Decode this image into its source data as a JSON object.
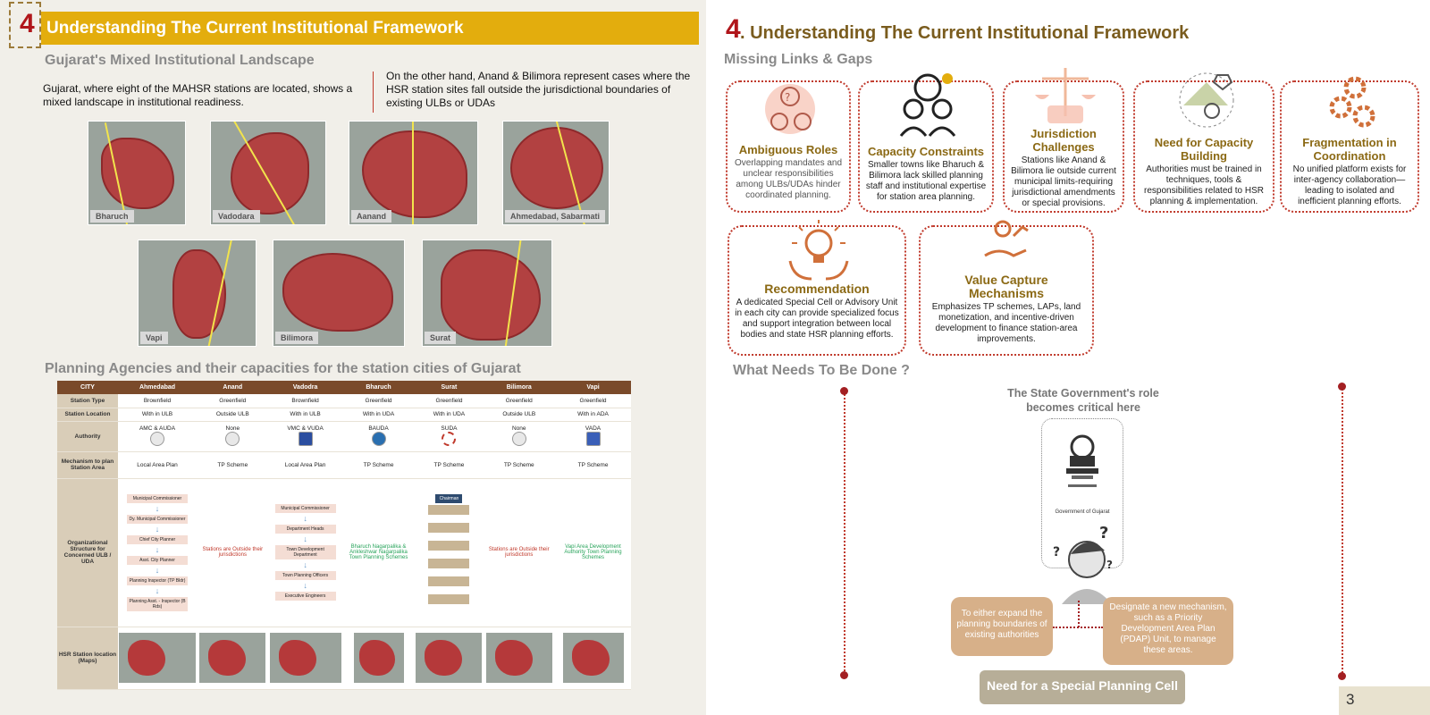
{
  "left": {
    "section_number": "4",
    "title": "Understanding The Current Institutional Framework",
    "subtitle": "Gujarat's Mixed Institutional Landscape",
    "para_left": "Gujarat, where eight of the MAHSR stations are located, shows a mixed landscape in institutional readiness.",
    "para_right": "On the other hand, Anand & Bilimora represent cases where the HSR station sites fall outside the jurisdictional boundaries of existing ULBs or UDAs",
    "maps": [
      "Bharuch",
      "Vadodara",
      "Aanand",
      "Ahmedabad, Sabarmati",
      "Vapi",
      "Bilimora",
      "Surat"
    ],
    "table_title": "Planning Agencies and their capacities for the station cities of Gujarat",
    "table": {
      "header": [
        "CITY",
        "Ahmedabad",
        "Anand",
        "Vadodra",
        "Bharuch",
        "Surat",
        "Bilimora",
        "Vapi"
      ],
      "station_type": {
        "label": "Station Type",
        "values": [
          "Brownfield",
          "Greenfield",
          "Brownfield",
          "Greenfield",
          "Greenfield",
          "Greenfield",
          "Greenfield"
        ]
      },
      "station_location": {
        "label": "Station Location",
        "values": [
          "With in ULB",
          "Outside ULB",
          "With in ULB",
          "With in UDA",
          "With in UDA",
          "Outside ULB",
          "With in ADA"
        ]
      },
      "authority": {
        "label": "Authority",
        "values": [
          "AMC & AUDA",
          "None",
          "VMC & VUDA",
          "BAUDA",
          "SUDA",
          "None",
          "VADA"
        ]
      },
      "mechanism": {
        "label": "Mechanism to plan Station Area",
        "values": [
          "Local Area Plan",
          "TP Scheme",
          "Local Area Plan",
          "TP Scheme",
          "TP Scheme",
          "TP Scheme",
          "TP Scheme"
        ]
      },
      "org": {
        "label": "Organizational Structure for Concerned ULB / UDA",
        "ahmedabad": [
          "Municipal Commissioner",
          "Dy. Municipal Commissioner",
          "Chief City Planner",
          "Asst. City Planner",
          "Planning Inspector (TP Bldr)",
          "Planning Asst. - Inspector (B Rds)"
        ],
        "anand": "Stations are Outside their jurisdictions",
        "vadodra": [
          "Municipal Commissioner",
          "Department Heads",
          "Town Development Department",
          "Town Planning Officers",
          "Executive Engineers"
        ],
        "bharuch": "Bharuch Nagarpalika & Ankleshwar Nagarpalika Town Planning Schemes",
        "surat": [
          "Chairman"
        ],
        "bilimora": "Stations are Outside their jurisdictions",
        "vapi": "Vapi Area Development Authority Town Planning Schemes"
      },
      "maps_label": "HSR Station location (Maps)"
    }
  },
  "right": {
    "section_number": "4",
    "title": ". Understanding The Current Institutional Framework",
    "subtitle": "Missing Links & Gaps",
    "cards": [
      {
        "title": "Ambiguous Roles",
        "text": "Overlapping mandates and unclear responsibilities among ULBs/UDAs hinder coordinated planning."
      },
      {
        "title": "Capacity Constraints",
        "text": "Smaller towns like Bharuch & Bilimora lack skilled planning staff and institutional expertise for station area planning."
      },
      {
        "title": "Jurisdiction Challenges",
        "text": "Stations like Anand & Bilimora lie outside current municipal limits-requiring jurisdictional amendments or special provisions."
      },
      {
        "title": "Need for Capacity Building",
        "text": "Authorities must be trained in techniques, tools & responsibilities related to HSR planning & implementation."
      },
      {
        "title": "Fragmentation in Coordination",
        "text": "No unified platform exists for inter-agency collaboration—leading to isolated and inefficient planning efforts."
      },
      {
        "title": "Recommendation",
        "text": "A dedicated Special Cell or Advisory Unit in each city can provide specialized focus and support integration between local bodies and state HSR planning efforts."
      },
      {
        "title": "Value Capture Mechanisms",
        "text": "Emphasizes TP schemes, LAPs, land monetization, and incentive-driven development to finance station-area improvements."
      }
    ],
    "what_needs": "What Needs To Be Done ?",
    "state_role": "The State Government's role becomes critical here",
    "emblem_caption": "Government of Gujarat",
    "option_left": "To either expand the planning boundaries of existing authorities",
    "option_right": "Designate a new mechanism, such as a Priority Development Area Plan (PDAP) Unit, to manage these areas.",
    "special_cell": "Need for a Special Planning Cell",
    "page_number": "3"
  }
}
